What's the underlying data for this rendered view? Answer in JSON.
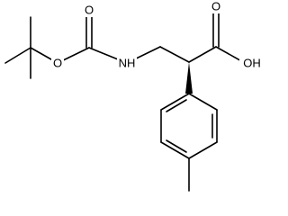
{
  "figure": {
    "atom_labels": {
      "ester_oxygen": "O",
      "carbonyl_oxygen_boc": "O",
      "amide_nitrogen": "NH",
      "carbonyl_oxygen_acid": "O",
      "hydroxyl": "OH"
    },
    "colors": {
      "ink": "#000000",
      "background": "#ffffff"
    },
    "stereo": "wedge-bond-to-aryl"
  }
}
